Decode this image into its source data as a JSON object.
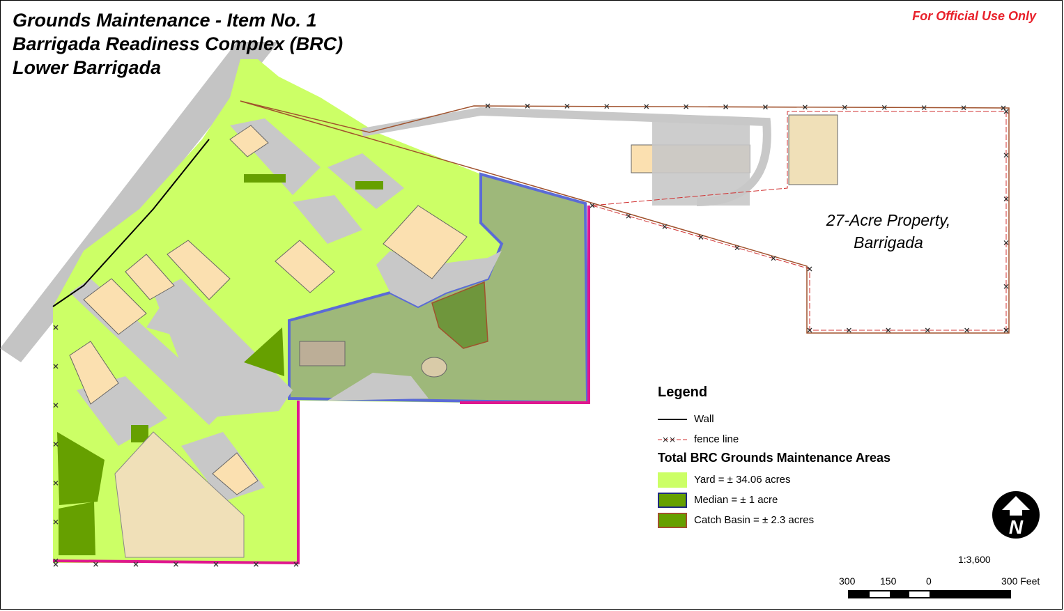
{
  "title": {
    "line1": "Grounds Maintenance - Item No. 1",
    "line2": "Barrigada Readiness Complex (BRC)",
    "line3": "Lower Barrigada"
  },
  "notice": "For Official Use Only",
  "property_label": {
    "line1": "27-Acre Property,",
    "line2": "Barrigada"
  },
  "legend": {
    "heading": "Legend",
    "wall": "Wall",
    "fence": "fence line",
    "subheading": "Total BRC Grounds Maintenance Areas",
    "yard": "Yard = ± 34.06 acres",
    "median": "Median = ± 1 acre",
    "catch_basin": "Catch Basin = ± 2.3 acres"
  },
  "scale": {
    "ratio": "1:3,600",
    "ticks": [
      "300",
      "150",
      "0",
      "300 Feet"
    ]
  },
  "colors": {
    "yard": "#ccff66",
    "median": "#66a000",
    "catch_basin_border": "#a0522d",
    "boundary_blue": "#5b6bd6",
    "boundary_magenta": "#e0178e",
    "building": "#fbe0b0",
    "pavement": "#c8c8c8",
    "fence": "#d03030",
    "notice": "#e8202a"
  },
  "icons": {
    "north_arrow": "north-arrow-icon"
  }
}
